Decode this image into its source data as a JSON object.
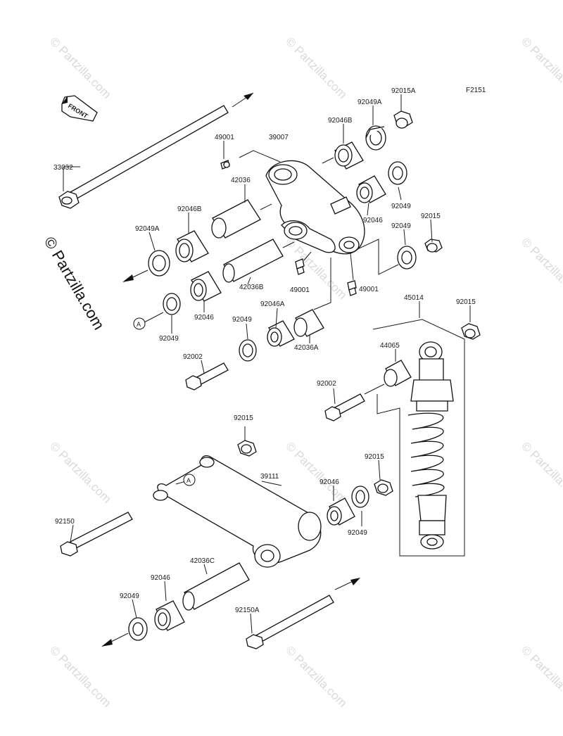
{
  "diagram_code": "F2151",
  "front_label": "FRONT",
  "side_watermark": "© Partzilla.com",
  "watermark_text": "© Partzilla.com",
  "ref_marker": "A",
  "part_labels": {
    "p33032": "33032",
    "p49001_top": "49001",
    "p39007": "39007",
    "p92046B_top": "92046B",
    "p92049A_top": "92049A",
    "p92015A": "92015A",
    "p42036": "42036",
    "p92046B_left": "92046B",
    "p92049_right1": "92049",
    "p92015_right": "92015",
    "p92046_right": "92046",
    "p92049_right2": "92049",
    "p92049A_left": "92049A",
    "p42036B": "42036B",
    "p49001_mid": "49001",
    "p49001_right": "49001",
    "p92046_left": "92046",
    "p92046A": "92046A",
    "p45014": "45014",
    "p92015_shock": "92015",
    "p92049_left": "92049",
    "p92049_center": "92049",
    "p42036A": "42036A",
    "p44065": "44065",
    "p92002_left": "92002",
    "p92002_right": "92002",
    "p92015_rod": "92015",
    "p39111": "39111",
    "p92015_low": "92015",
    "p92046_low": "92046",
    "p92150": "92150",
    "p92049_low_right": "92049",
    "p42036C": "42036C",
    "p92046_bottom": "92046",
    "p92049_bottom": "92049",
    "p92150A": "92150A"
  }
}
